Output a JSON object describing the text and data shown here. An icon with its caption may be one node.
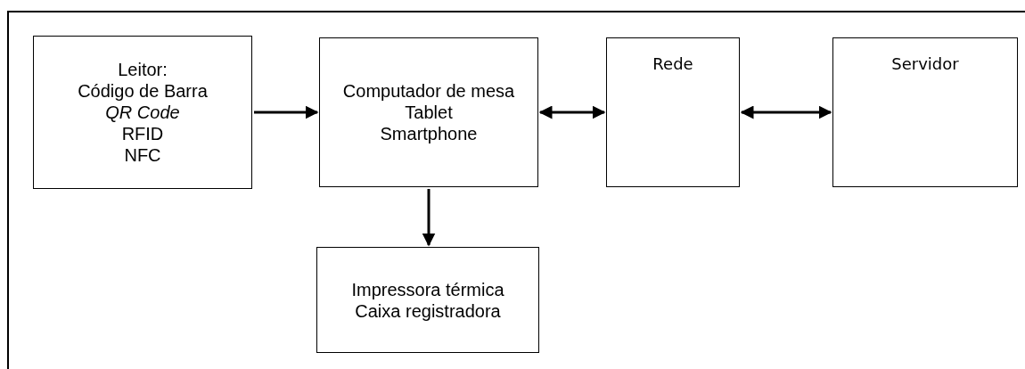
{
  "diagram": {
    "nodes": [
      {
        "text": [
          "Leitor:",
          "Código de Barra",
          "*QR Code*",
          "RFID",
          "NFC"
        ]
      },
      {
        "text": [
          "Computador de mesa",
          "Tablet",
          "Smartphone"
        ]
      },
      {
        "text": [
          "Rede"
        ]
      },
      {
        "text": [
          "Servidor"
        ]
      },
      {
        "text": [
          "Impressora térmica",
          "Caixa registradora"
        ]
      }
    ],
    "edges": [
      {
        "from": 0,
        "to": 1,
        "arrow": "to"
      },
      {
        "from": 1,
        "to": 2,
        "arrow": "both"
      },
      {
        "from": 2,
        "to": 3,
        "arrow": "both"
      },
      {
        "from": 1,
        "to": 4,
        "arrow": "to"
      }
    ]
  }
}
